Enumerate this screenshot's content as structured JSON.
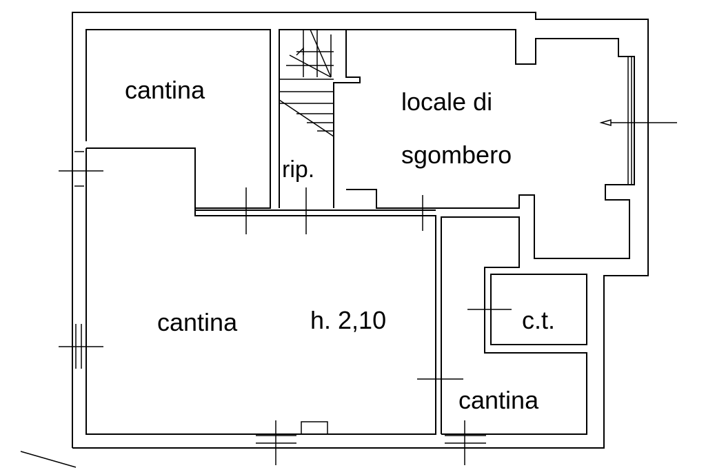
{
  "rooms": {
    "cantina_top_left": "cantina",
    "ripostiglio": "rip.",
    "locale_line1": "locale di",
    "locale_line2": "sgombero",
    "cantina_main": "cantina",
    "height_label": "h. 2,10",
    "centrale_termica": "c.t.",
    "cantina_bottom_right": "cantina"
  },
  "colors": {
    "background": "#ffffff",
    "lines": "#000000"
  }
}
